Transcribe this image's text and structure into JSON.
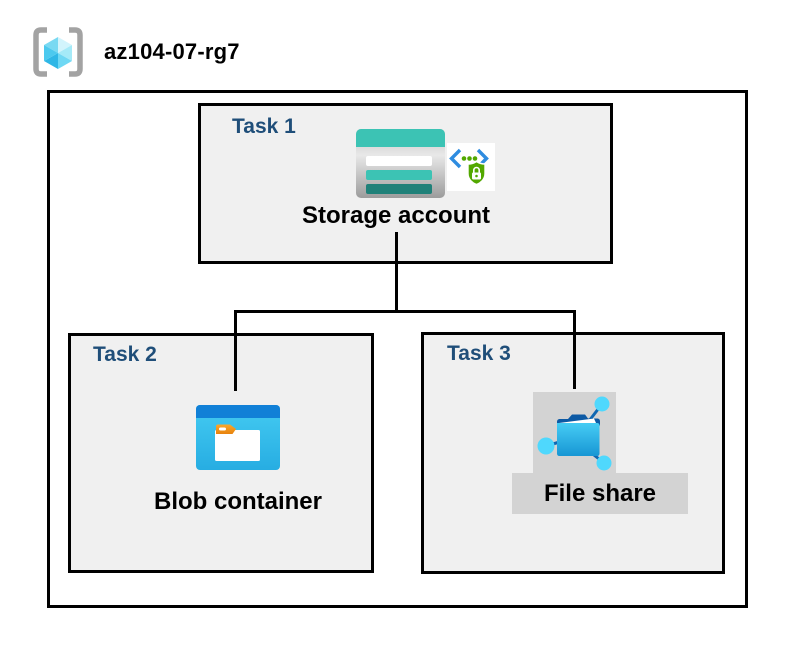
{
  "header": {
    "title": "az104-07-rg7",
    "icon": "azure-resource-group-icon"
  },
  "tasks": [
    {
      "label": "Task 1",
      "item": "Storage account",
      "icons": [
        "storage-account-icon",
        "secure-code-shield-icon"
      ]
    },
    {
      "label": "Task 2",
      "item": "Blob container",
      "icons": [
        "blob-container-icon"
      ]
    },
    {
      "label": "Task 3",
      "item": "File share",
      "icons": [
        "file-share-icon"
      ]
    }
  ],
  "colors": {
    "task_label": "#1f4e79",
    "box_fill": "#f0f0f0",
    "highlight_gray": "#d3d3d3",
    "border": "#000000",
    "storage_teal": "#3cc3b4",
    "storage_teal_dark": "#1f8179",
    "container_blue": "#1180d7",
    "container_cyan": "#35c1ef",
    "tab_orange": "#f49722",
    "shield_green": "#52a800",
    "bracket_gray": "#a3a3a3",
    "node_cyan": "#4fd8fd",
    "link_blue": "#1067b2"
  }
}
